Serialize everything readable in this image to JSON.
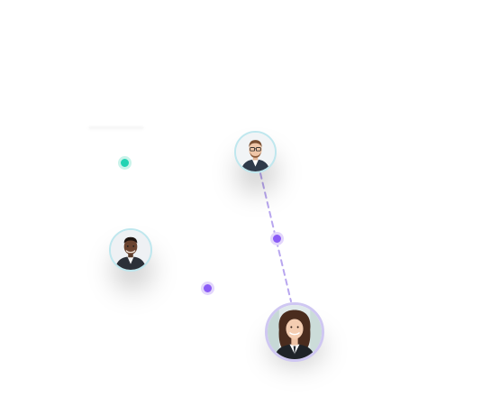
{
  "nodes": [
    {
      "id": "person-1",
      "kind": "avatar",
      "description_icon": "man-with-glasses-avatar-icon"
    },
    {
      "id": "person-2",
      "kind": "avatar",
      "description_icon": "man-in-suit-avatar-icon"
    },
    {
      "id": "person-3",
      "kind": "avatar",
      "description_icon": "woman-avatar-icon"
    }
  ],
  "dots": [
    {
      "id": "teal-dot",
      "color": "#22d3b3"
    },
    {
      "id": "purple-dot-1",
      "color": "#8b5cf6"
    },
    {
      "id": "purple-dot-2",
      "color": "#8b5cf6"
    }
  ],
  "colors": {
    "connector": "#b8a6ef",
    "avatar_ring_cyan": "#bfe7ee",
    "avatar_ring_purple": "#cfc7f2"
  }
}
